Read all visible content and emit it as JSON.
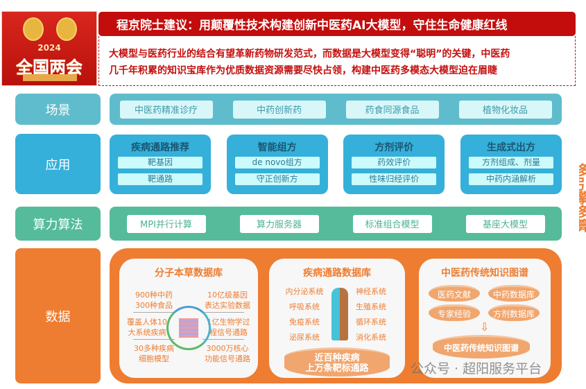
{
  "header": {
    "logo": {
      "year": "2024",
      "text": "全国两会"
    },
    "title": "程京院士建议：用颠覆性技术构建创新中医药AI大模型，守住生命健康红线",
    "lines": [
      "大模型与医药行业的结合有望革新药物研发范式，而数据是大模型变得“聪明”的关键，中医药",
      "几千年积累的知识宝库作为优质数据资源需要尽快占领，构建中医药多模态大模型迫在眉睫"
    ]
  },
  "rows": {
    "scene": {
      "label": "场景",
      "items": [
        "中医药精准诊疗",
        "中药创新药",
        "药食同源食品",
        "植物化妆品"
      ]
    },
    "app": {
      "label": "应用",
      "cards": [
        {
          "title": "疾病通路推荐",
          "items": [
            "靶基因",
            "靶通路"
          ]
        },
        {
          "title": "智能组方",
          "items": [
            "de novo组方",
            "守正创新方"
          ]
        },
        {
          "title": "方剂评价",
          "items": [
            "药效评价",
            "性味归经评价"
          ]
        },
        {
          "title": "生成式出方",
          "items": [
            "方剂组成、剂量",
            "中药内涵解析"
          ]
        }
      ]
    },
    "compute": {
      "label": "算力算法",
      "items": [
        "MPI并行计算",
        "算力服务器",
        "标准组合模型",
        "基座大模型"
      ]
    },
    "data": {
      "label": "数据",
      "molecular": {
        "title": "分子本草数据库",
        "items": [
          "900种中药\n300种食品",
          "10亿级基因\n表达实验数据",
          "覆盖人体10\n大系统疾病",
          "1亿生物学过\n程信号通路",
          "30多种疾病\n细胞模型",
          "3000万核心\n功能信号通路"
        ]
      },
      "disease": {
        "title": "疾病通路数据库",
        "left": [
          "内分泌系统",
          "呼吸系统",
          "免疫系统",
          "泌尿系统"
        ],
        "right": [
          "神经系统",
          "生殖系统",
          "循环系统",
          "消化系统"
        ],
        "base": [
          "近百种疾病",
          "上万条靶标通路"
        ]
      },
      "tcm": {
        "title": "中医药传统知识图谱",
        "items": [
          "医药文献",
          "中药数据库",
          "专家经验",
          "方剂数据库"
        ],
        "base": "中医药传统知识图谱"
      }
    }
  },
  "side_text": "多引擎多算",
  "watermark": "公众号 · 超阳服务平台"
}
